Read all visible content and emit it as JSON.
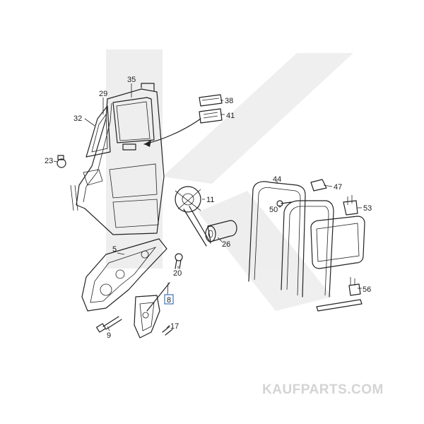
{
  "watermark": "KAUFPARTS.COM",
  "colors": {
    "line": "#222222",
    "watermark_shape": "#ececec",
    "watermark_text": "#d4d4d4",
    "highlight": "#4a7fc0"
  },
  "callouts": {
    "c35": "35",
    "c29": "29",
    "c38": "38",
    "c41": "41",
    "c32": "32",
    "c23": "23",
    "c11": "11",
    "c26": "26",
    "c5": "5",
    "c20": "20",
    "c8": "8",
    "c9": "9",
    "c17": "17",
    "c44": "44",
    "c47": "47",
    "c50": "50",
    "c53": "53",
    "c56": "56"
  },
  "highlighted_callout": "8"
}
